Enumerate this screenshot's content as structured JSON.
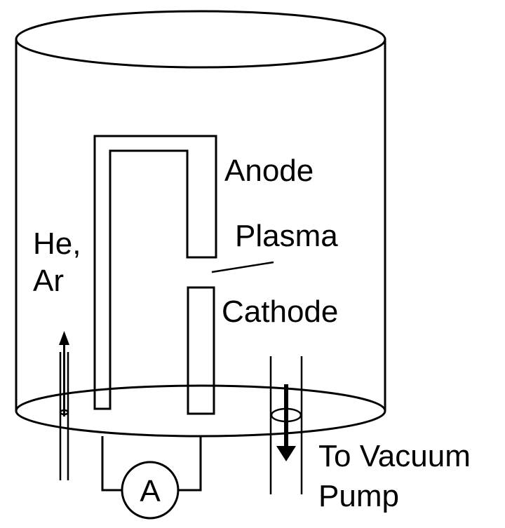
{
  "labels": {
    "anode": "Anode",
    "plasma": "Plasma",
    "cathode": "Cathode",
    "gas_line1": "He,",
    "gas_line2": "Ar",
    "pump_line1": "To Vacuum",
    "pump_line2": "Pump",
    "meter": "A"
  },
  "colors": {
    "stroke": "#000000",
    "background": "#ffffff"
  }
}
